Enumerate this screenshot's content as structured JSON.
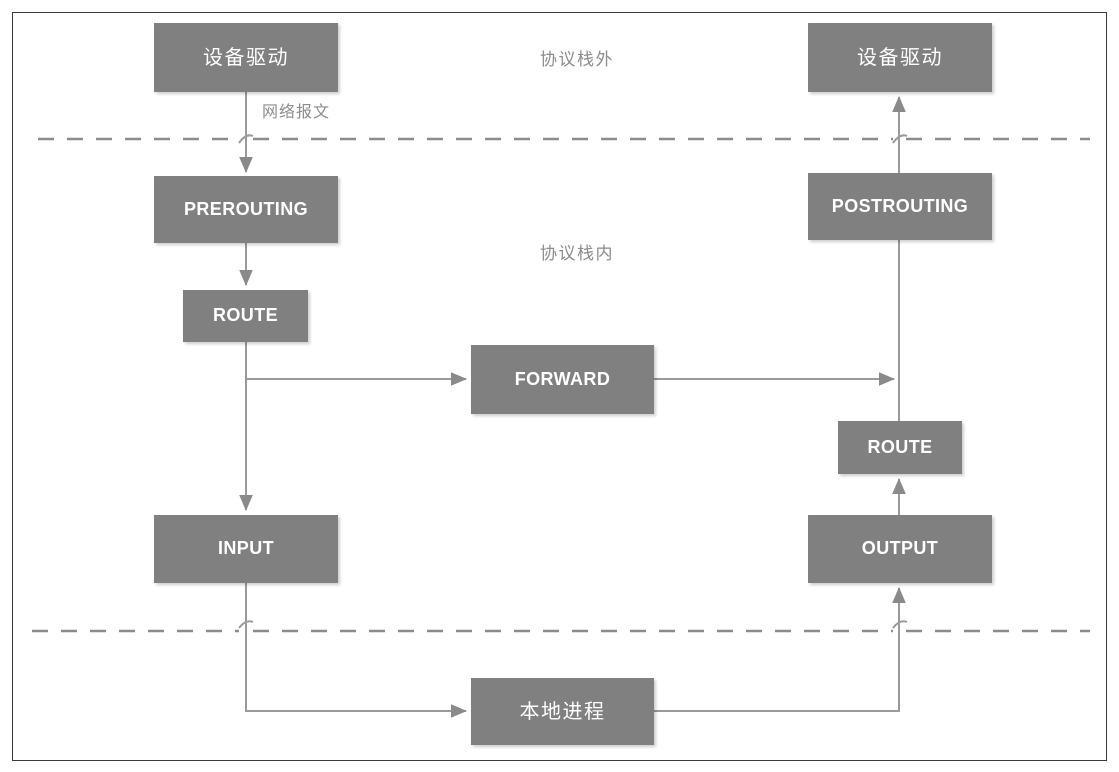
{
  "diagram": {
    "title": "netfilter-packet-flow",
    "colors": {
      "node_fill": "#808080",
      "node_text": "#ffffff",
      "line": "#9a9a9a",
      "dashed_line": "#8c8c8c",
      "label_text": "#8c8c8c",
      "frame_border": "#3a3a3a",
      "background": "#ffffff"
    },
    "nodes": [
      {
        "id": "device-driver-in",
        "label": "设备驱动",
        "script": "cjk"
      },
      {
        "id": "prerouting",
        "label": "PREROUTING",
        "script": "latin"
      },
      {
        "id": "route-in",
        "label": "ROUTE",
        "script": "latin"
      },
      {
        "id": "forward",
        "label": "FORWARD",
        "script": "latin"
      },
      {
        "id": "input",
        "label": "INPUT",
        "script": "latin"
      },
      {
        "id": "local-process",
        "label": "本地进程",
        "script": "cjk"
      },
      {
        "id": "device-driver-out",
        "label": "设备驱动",
        "script": "cjk"
      },
      {
        "id": "postrouting",
        "label": "POSTROUTING",
        "script": "latin"
      },
      {
        "id": "route-out",
        "label": "ROUTE",
        "script": "latin"
      },
      {
        "id": "output",
        "label": "OUTPUT",
        "script": "latin"
      }
    ],
    "zone_labels": [
      {
        "id": "outside-stack",
        "label": "协议栈外"
      },
      {
        "id": "inside-stack",
        "label": "协议栈内"
      }
    ],
    "edge_labels": [
      {
        "id": "network-packet",
        "label": "网络报文"
      }
    ],
    "boundaries": [
      {
        "id": "stack-boundary-top",
        "style": "dashed"
      },
      {
        "id": "stack-boundary-bottom",
        "style": "dashed"
      }
    ]
  }
}
